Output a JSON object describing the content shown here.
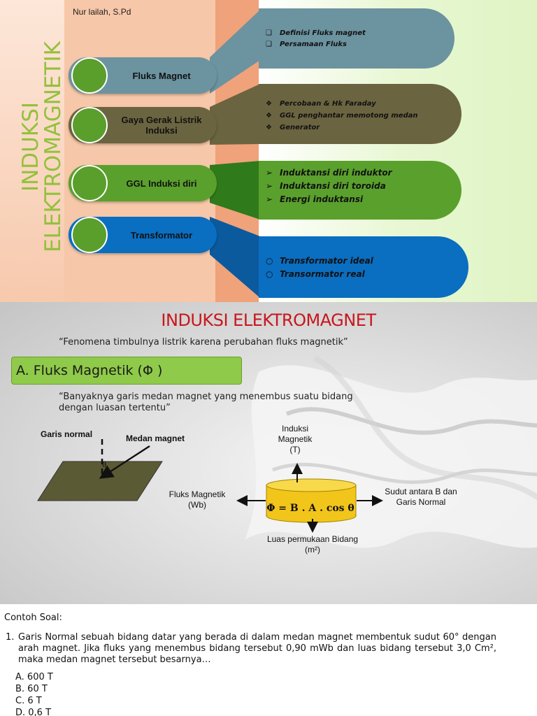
{
  "slide1": {
    "author": "Nur lailah, S.Pd",
    "vertical_title": [
      "INDUKSI",
      "ELEKTROMAGNETIK"
    ],
    "topics": [
      {
        "label": "Fluks Magnet",
        "bullet": "❑",
        "items": [
          "Definisi Fluks magnet",
          "Persamaan Fluks"
        ],
        "color": "#6c93a0"
      },
      {
        "label": "Gaya Gerak Listrik Induksi",
        "bullet": "❖",
        "items": [
          "Percobaan & Hk Faraday",
          "GGL penghantar memotong medan",
          "Generator"
        ],
        "color": "#6b6440"
      },
      {
        "label": "GGL Induksi diri",
        "bullet": "➢",
        "items": [
          "Induktansi diri induktor",
          "Induktansi diri toroida",
          "Energi induktansi"
        ],
        "color": "#5aa02c"
      },
      {
        "label": "Transformator",
        "bullet": "○",
        "items": [
          "Transformator ideal",
          "Transormator real"
        ],
        "color": "#0a6ec1"
      }
    ]
  },
  "slide2": {
    "title": "INDUKSI ELEKTROMAGNET",
    "quote1": "“Fenomena timbulnya listrik karena perubahan fluks magnetik”",
    "section": "A. Fluks Magnetik (Φ )",
    "quote2": "“Banyaknya garis medan magnet yang menembus suatu bidang dengan luasan tertentu”",
    "diagram": {
      "garis_normal": "Garis normal",
      "medan_magnet": "Medan magnet",
      "theta": "θ",
      "formula": "Φ = B . A . cos θ",
      "induksi_label": "Induksi Magnetik",
      "induksi_unit": "(T)",
      "fluks_label": "Fluks Magnetik",
      "fluks_unit": "(Wb)",
      "sudut_label": "Sudut antara B dan Garis Normal",
      "luas_label": "Luas permukaan Bidang",
      "luas_unit": "(m²)"
    }
  },
  "problem": {
    "heading": "Contoh Soal:",
    "number": "1.",
    "text": "Garis Normal sebuah bidang datar yang berada di dalam medan magnet membentuk sudut 60° dengan arah magnet. Jika fluks yang menembus bidang tersebut 0,90 mWb dan luas bidang tersebut 3,0 Cm², maka medan magnet tersebut besarnya…",
    "options": [
      "A. 600 T",
      "B. 60 T",
      "C. 6 T",
      "D. 0,6 T"
    ]
  }
}
